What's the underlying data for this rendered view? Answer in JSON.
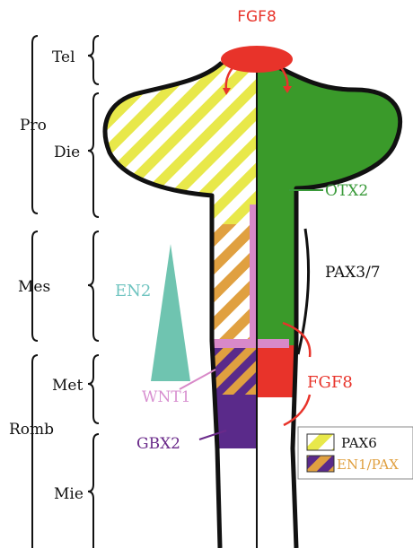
{
  "top_label": "FGF8",
  "regions": {
    "tel": "Tel",
    "pro": "Pro",
    "die": "Die",
    "mes": "Mes",
    "met": "Met",
    "romb": "Romb",
    "mie": "Mie"
  },
  "genes": {
    "otx2": "OTX2",
    "pax37": "PAX3/7",
    "en2": "EN2",
    "wnt1": "WNT1",
    "fgf8_isthmus": "FGF8",
    "gbx2": "GBX2"
  },
  "legend": {
    "pax6": "PAX6",
    "en1pax": "EN1/PAX"
  },
  "colors": {
    "fgf8": "#e8332a",
    "otx2": "#3a9a2a",
    "pax6": "#e8e84a",
    "en1pax": "#e0a040",
    "gbx2": "#5a2a8a",
    "en2": "#6fc4b0",
    "wnt1": "#d889c8",
    "gbx2_text": "#6a2a8a",
    "en2_text": "#6fc4c0",
    "wnt1_text": "#d890d0",
    "otx2_text": "#3a9a3a"
  }
}
